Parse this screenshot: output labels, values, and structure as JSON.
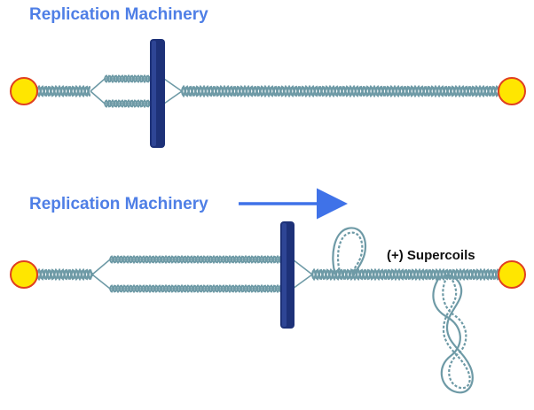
{
  "panels": {
    "top": {
      "label": "Replication Machinery"
    },
    "bottom": {
      "label": "Replication Machinery",
      "supercoil_label": "(+) Supercoils"
    }
  },
  "colors": {
    "label_blue": "#4f7fe6",
    "strand": "#6e9aa6",
    "bar": "#1d3178",
    "end_fill": "#ffe600",
    "end_stroke": "#e04020",
    "arrow": "#3f72e8"
  }
}
